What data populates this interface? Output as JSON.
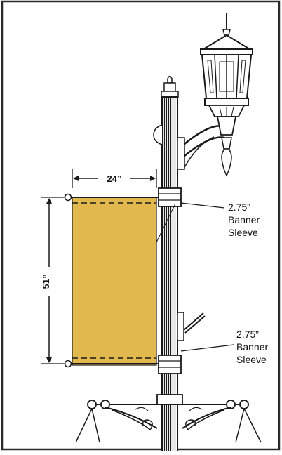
{
  "dimensions": {
    "width_label": "24”",
    "height_label": "51”"
  },
  "callouts": [
    {
      "size": "2.75”",
      "line1": "Banner",
      "line2": "Sleeve"
    },
    {
      "size": "2.75”",
      "line1": "Banner",
      "line2": "Sleeve"
    }
  ],
  "colors": {
    "banner": "#e2b94f",
    "line": "#1a1a1a",
    "frame": "#2a2a2a"
  }
}
